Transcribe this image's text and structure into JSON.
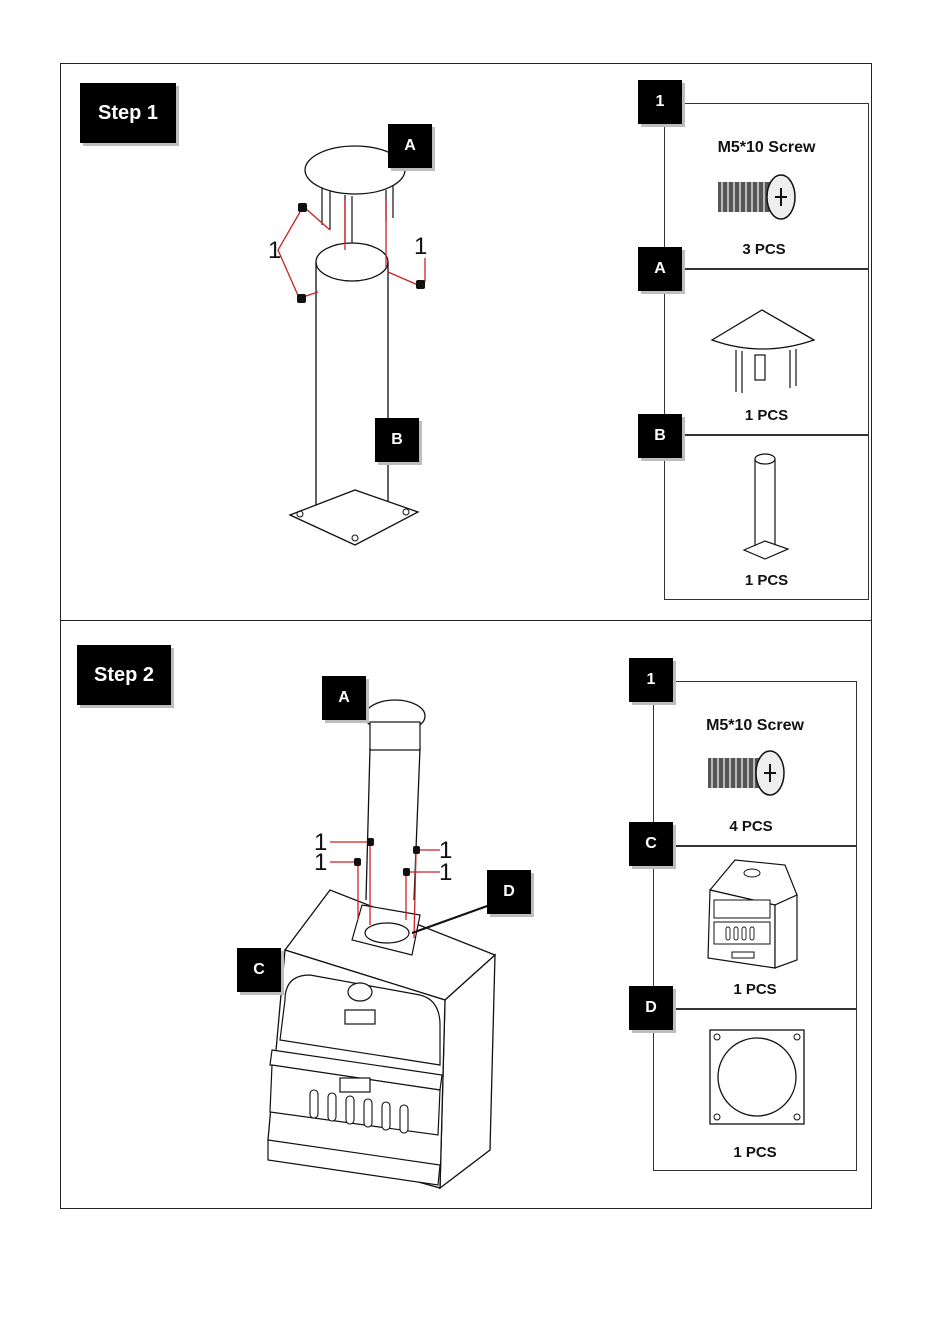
{
  "step1": {
    "label": "Step 1",
    "drawing_tags": {
      "cap": "A",
      "pipe": "B"
    },
    "screw_callouts": [
      "1",
      "1"
    ],
    "parts": [
      {
        "tag": "1",
        "title": "M5*10 Screw",
        "qty": "3 PCS",
        "icon": "screw-icon"
      },
      {
        "tag": "A",
        "title": "",
        "qty": "1 PCS",
        "icon": "chimney-cap-icon"
      },
      {
        "tag": "B",
        "title": "",
        "qty": "1 PCS",
        "icon": "chimney-pipe-icon"
      }
    ]
  },
  "step2": {
    "label": "Step 2",
    "drawing_tags": {
      "chimney": "A",
      "oven": "C",
      "plate": "D"
    },
    "screw_callouts": [
      "1",
      "1",
      "1",
      "1"
    ],
    "parts": [
      {
        "tag": "1",
        "title": "M5*10 Screw",
        "qty": "4 PCS",
        "icon": "screw-icon"
      },
      {
        "tag": "C",
        "title": "",
        "qty": "1 PCS",
        "icon": "pizza-oven-icon"
      },
      {
        "tag": "D",
        "title": "",
        "qty": "1 PCS",
        "icon": "mounting-plate-icon"
      }
    ]
  }
}
